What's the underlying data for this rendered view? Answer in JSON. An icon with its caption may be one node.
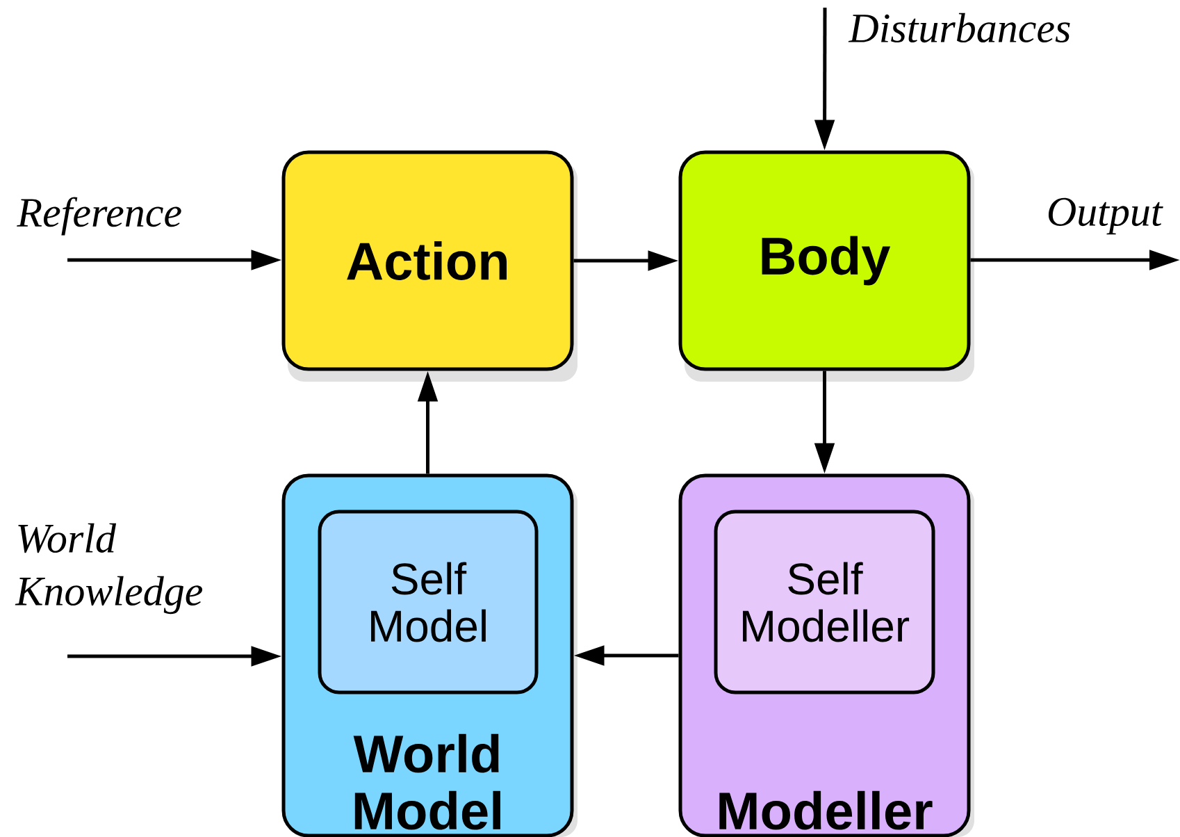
{
  "diagram": {
    "nodes": [
      {
        "text": [
          "Action"
        ]
      },
      {
        "text": [
          "Body"
        ]
      },
      {
        "text": [
          "World Model"
        ]
      },
      {
        "text": [
          "Self Model"
        ],
        "in": 2
      },
      {
        "text": [
          "Modeller"
        ]
      },
      {
        "text": [
          "Self Modeller"
        ],
        "in": 4
      }
    ],
    "edges": [
      {
        "from": null,
        "to": 0,
        "arrow": "to",
        "label": "Reference"
      },
      {
        "from": null,
        "to": 1,
        "arrow": "to",
        "label": "Disturbances"
      },
      {
        "from": 0,
        "to": 1,
        "arrow": "to"
      },
      {
        "from": 1,
        "to": null,
        "arrow": "to",
        "label": "Output"
      },
      {
        "from": 1,
        "to": 4,
        "arrow": "to"
      },
      {
        "from": 2,
        "to": 0,
        "arrow": "to"
      },
      {
        "from": null,
        "to": 2,
        "arrow": "to",
        "label": "World Knowledge"
      },
      {
        "from": 4,
        "to": 2,
        "arrow": "to"
      }
    ]
  }
}
